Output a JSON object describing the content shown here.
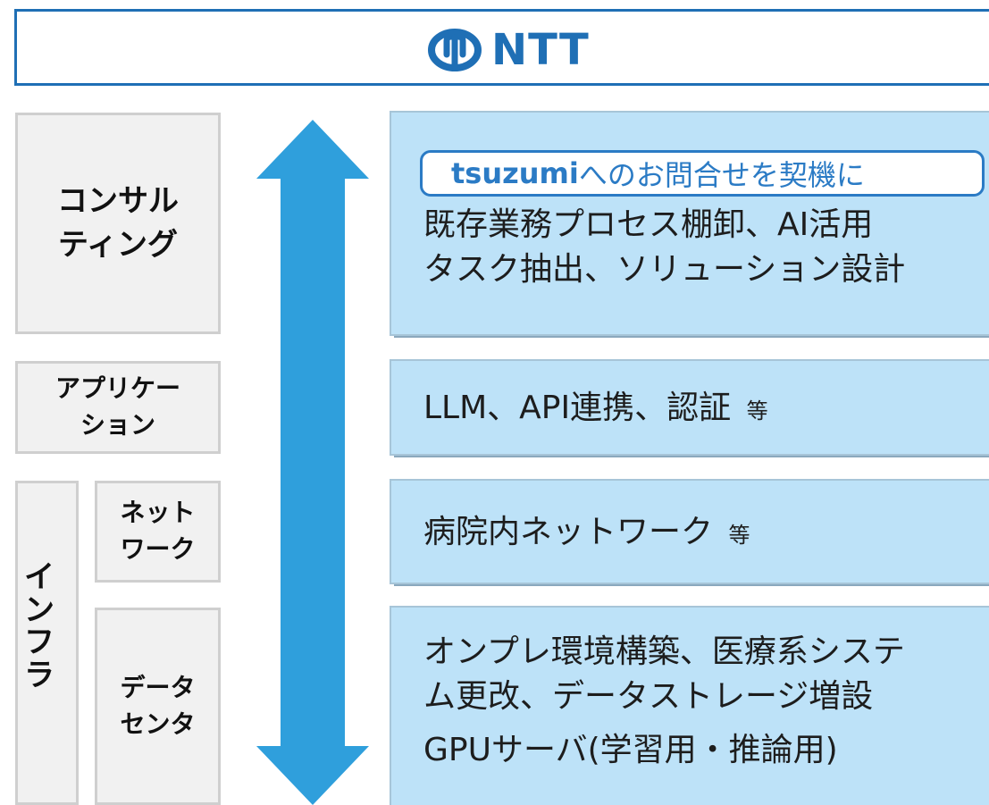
{
  "header": {
    "logo_label": "NTT"
  },
  "left_column": {
    "consulting": "コンサル\nティング",
    "application": "アプリケー\nション",
    "infra": "インフラ",
    "network": "ネット\nワーク",
    "datacenter": "データ\nセンタ"
  },
  "right_column": {
    "tag_strong": "tsuzumi",
    "tag_rest": "へのお問合せを契機に",
    "consulting_line1": "既存業務プロセス棚卸、AI活用",
    "consulting_line2": "タスク抽出、ソリューション設計",
    "application_text": "LLM、API連携、認証",
    "application_suffix": "等",
    "network_text": "病院内ネットワーク",
    "network_suffix": "等",
    "datacenter_line1": "オンプレ環境構築、医療系システ",
    "datacenter_line2": "ム更改、データストレージ増設",
    "datacenter_line3": "GPUサーバ(学習用・推論用)"
  },
  "colors": {
    "brand_blue": "#1f6fb5",
    "arrow_blue": "#2f9fdc",
    "panel_blue": "#bde2f8",
    "gray_panel": "#f1f1f1"
  }
}
